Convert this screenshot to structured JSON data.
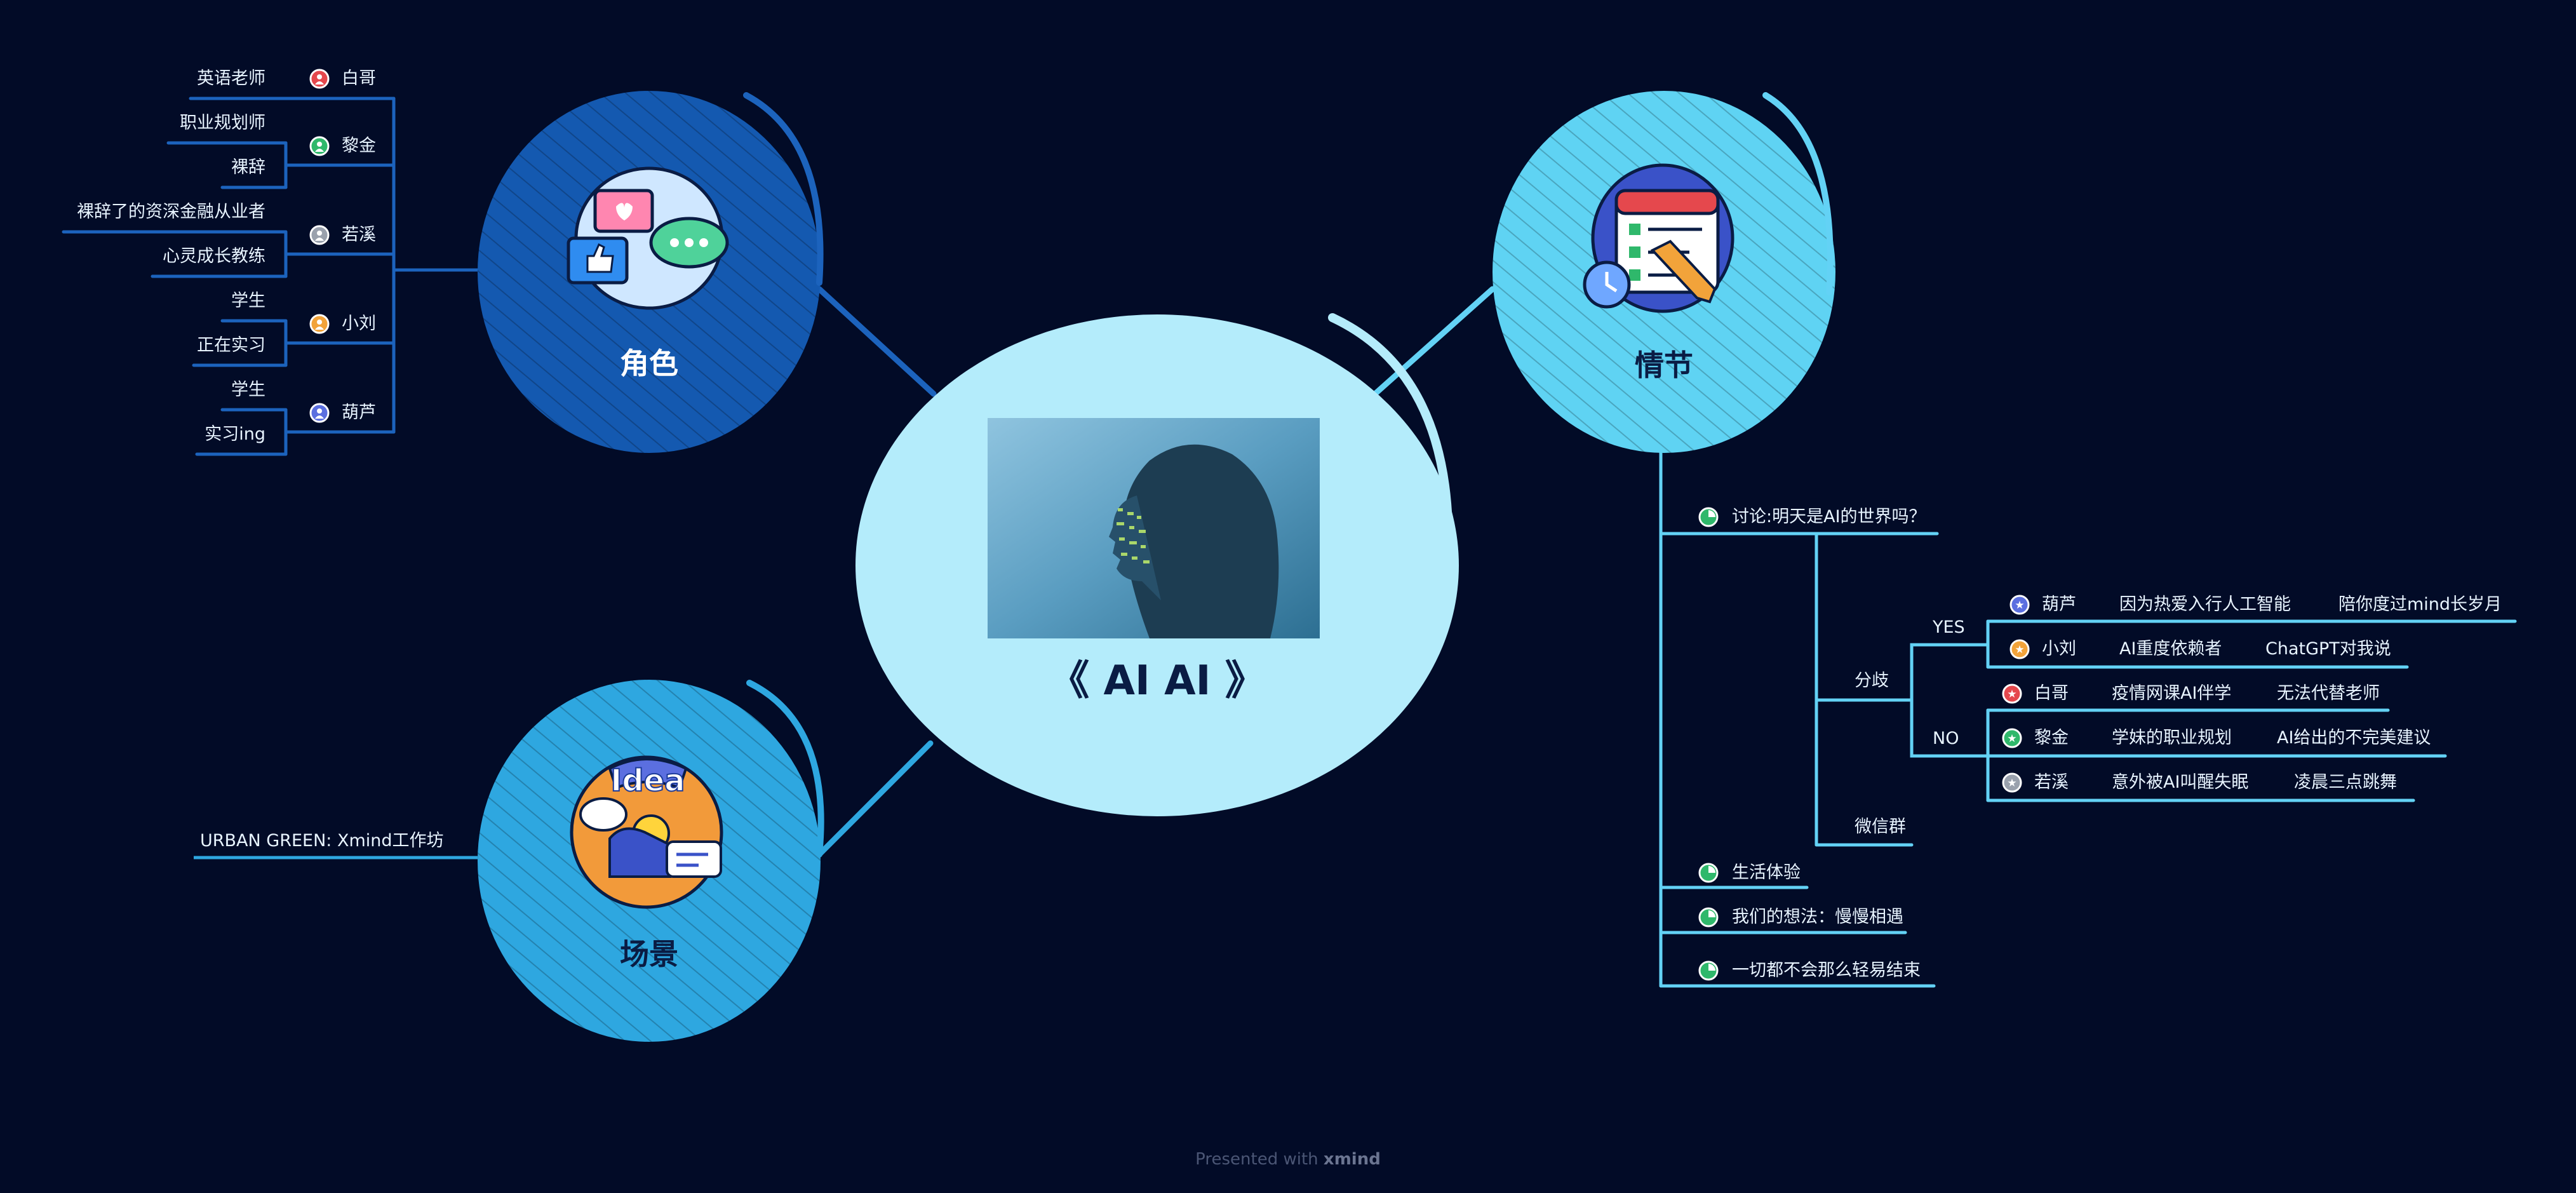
{
  "title": "《 AI AI 》",
  "footer": {
    "prefix": "Presented with",
    "brand": "xmind"
  },
  "branches": {
    "roles": "角色",
    "plot": "情节",
    "scene": "场景"
  },
  "roles": {
    "people": [
      {
        "name": "白哥",
        "traits": [
          "英语老师"
        ],
        "color": "#e5484d"
      },
      {
        "name": "黎金",
        "traits": [
          "职业规划师",
          "裸辞"
        ],
        "color": "#2fb86b"
      },
      {
        "name": "若溪",
        "traits": [
          "裸辞了的资深金融从业者",
          "心灵成长教练"
        ],
        "color": "#9aa1ad"
      },
      {
        "name": "小刘",
        "traits": [
          "学生",
          "正在实习"
        ],
        "color": "#f2a33a"
      },
      {
        "name": "葫芦",
        "traits": [
          "学生",
          "实习ing"
        ],
        "color": "#5b6fe0"
      }
    ]
  },
  "scene": {
    "item": "URBAN GREEN: Xmind工作坊"
  },
  "plot": {
    "topics": [
      "讨论:明天是AI的世界吗？",
      "生活体验",
      "我们的想法：慢慢相遇",
      "一切都不会那么轻易结束"
    ],
    "sub": [
      "分歧",
      "微信群"
    ],
    "yes_label": "YES",
    "no_label": "NO",
    "yes_rows": [
      {
        "name": "葫芦",
        "reason": "因为热爱入行人工智能",
        "detail": "陪你度过mind长岁月",
        "color": "#5b6fe0"
      },
      {
        "name": "小刘",
        "reason": "AI重度依赖者",
        "detail": "ChatGPT对我说",
        "color": "#f2a33a"
      }
    ],
    "no_rows": [
      {
        "name": "白哥",
        "reason": "疫情网课AI伴学",
        "detail": "无法代替老师",
        "color": "#e5484d"
      },
      {
        "name": "黎金",
        "reason": "学妹的职业规划",
        "detail": "AI给出的不完美建议",
        "color": "#2fb86b"
      },
      {
        "name": "若溪",
        "reason": "意外被AI叫醒失眠",
        "detail": "凌晨三点跳舞",
        "color": "#9aa1ad"
      }
    ]
  },
  "colors": {
    "background": "#020b27",
    "roles_circle": "#1459b0",
    "plot_circle": "#5fd3f3",
    "scene_circle": "#2ea7e0",
    "center_circle": "#b4ecfb",
    "line_dark": "#1c63bd",
    "line_light": "#63d2f5"
  },
  "icons": {
    "roles": "social-chat-icon",
    "plot": "calendar-checklist-icon",
    "scene": "idea-lightbulb-icon",
    "center": "ai-face-photo",
    "role_marker": "person-icon",
    "plot_marker": "progress-pie-icon",
    "opinion_marker": "star-icon"
  }
}
